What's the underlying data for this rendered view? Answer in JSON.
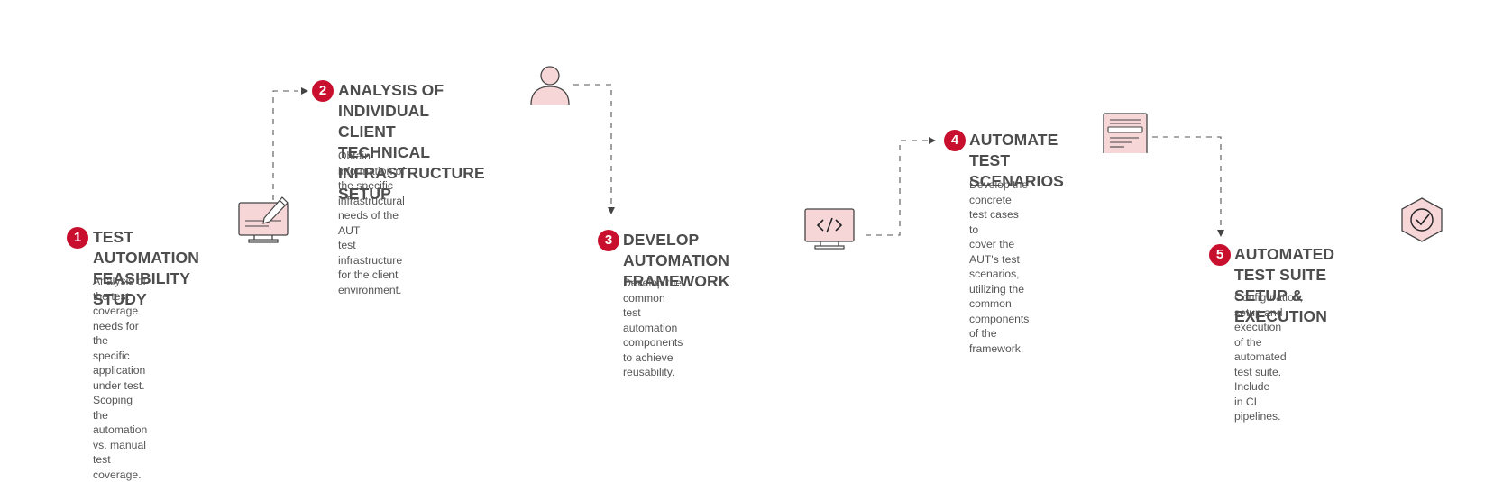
{
  "steps": [
    {
      "number": "1",
      "title_lines": [
        "TEST AUTOMATION",
        "FEASIBILITY STUDY"
      ],
      "description_lines": [
        "Analysis of the test coverage",
        "needs for the specific application",
        "under test. Scoping the automation",
        "vs. manual test coverage."
      ],
      "icon": "monitor-pen-icon"
    },
    {
      "number": "2",
      "title_lines": [
        "ANALYSIS OF INDIVIDUAL",
        "CLIENT TECHNICAL",
        "INFRASTRUCTURE SETUP"
      ],
      "description_lines": [
        "Obtain information of the specific",
        "infrastructural needs of the AUT",
        "test infrastructure for the client",
        "environment."
      ],
      "icon": "person-icon"
    },
    {
      "number": "3",
      "title_lines": [
        "DEVELOP AUTOMATION",
        "FRAMEWORK"
      ],
      "description_lines": [
        "Develop the common test",
        "automation components to achieve",
        "reusability."
      ],
      "icon": "monitor-code-icon"
    },
    {
      "number": "4",
      "title_lines": [
        "AUTOMATE TEST",
        "SCENARIOS"
      ],
      "description_lines": [
        "Develop the concrete test cases to",
        "cover the AUT's test scenarios,",
        "utilizing the common components",
        "of the framework."
      ],
      "icon": "document-icon"
    },
    {
      "number": "5",
      "title_lines": [
        "AUTOMATED TEST SUITE",
        "SETUP & EXECUTION"
      ],
      "description_lines": [
        "Configuration, setup and execution",
        "of the automated test suite. Include",
        "in CI pipelines."
      ],
      "icon": "hexagon-check-icon"
    }
  ],
  "colors": {
    "accent": "#c8102e",
    "icon_fill": "#f7d6d8",
    "text": "#4d4d4d",
    "connector": "#444444"
  }
}
